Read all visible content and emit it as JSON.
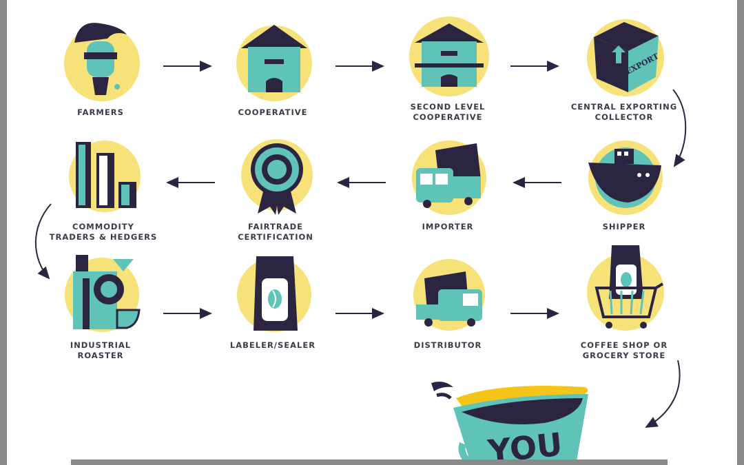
{
  "nodes": [
    {
      "id": "farmers",
      "label": "FARMERS"
    },
    {
      "id": "cooperative",
      "label": "COOPERATIVE"
    },
    {
      "id": "second",
      "label": "SECOND LEVEL\nCOOPERATIVE"
    },
    {
      "id": "exporter",
      "label": "CENTRAL EXPORTING\nCOLLECTOR"
    },
    {
      "id": "commodity",
      "label": "COMMODITY\nTRADERS & HEDGERS"
    },
    {
      "id": "fairtrade",
      "label": "FAIRTRADE\nCERTIFICATION"
    },
    {
      "id": "importer",
      "label": "IMPORTER"
    },
    {
      "id": "shipper",
      "label": "SHIPPER"
    },
    {
      "id": "roaster",
      "label": "INDUSTRIAL ROASTER"
    },
    {
      "id": "labeler",
      "label": "LABELER/SEALER"
    },
    {
      "id": "distributor",
      "label": "DISTRIBUTOR"
    },
    {
      "id": "shop",
      "label": "COFFEE SHOP OR\nGROCERY STORE"
    }
  ],
  "box_text": {
    "export": "EXPORT"
  },
  "cup_text": "YOU",
  "colors": {
    "teal": "#5fc3b8",
    "navy": "#2c2542",
    "yellow": "#f7e27a",
    "splash": "#f4c518"
  }
}
